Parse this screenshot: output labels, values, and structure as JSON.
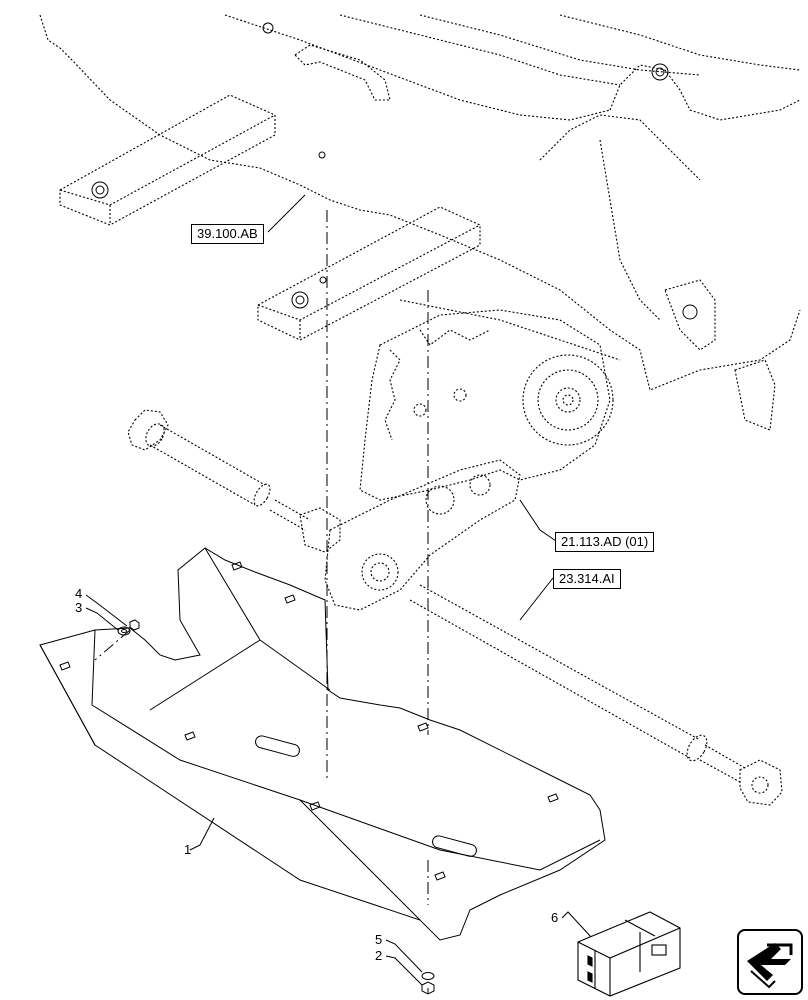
{
  "references": {
    "frame": "39.100.AB",
    "gearbox": "21.113.AD (01)",
    "driveshaft": "23.314.AI"
  },
  "callouts": {
    "guard": "1",
    "bolt": "2",
    "washer_upper": "3",
    "nut": "4",
    "washer_lower": "5",
    "kit": "6"
  },
  "icons": {
    "navigation": "return-arrow-icon"
  }
}
